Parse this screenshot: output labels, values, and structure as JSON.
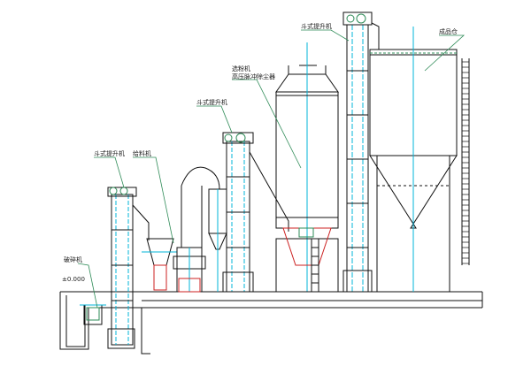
{
  "labels": {
    "crusher": "破碎机",
    "elevator1": "斗式提升机",
    "dryer_feeder": "给料机",
    "elevator2": "斗式提升机",
    "separator": "选粉机\n高压脉冲除尘器",
    "elevator3": "斗式提升机",
    "silo": "成品仓",
    "level": "±0.000"
  },
  "colors": {
    "outline": "#111111",
    "cyan": "#00b4d8",
    "green": "#2e8b57",
    "red": "#cc2222"
  }
}
